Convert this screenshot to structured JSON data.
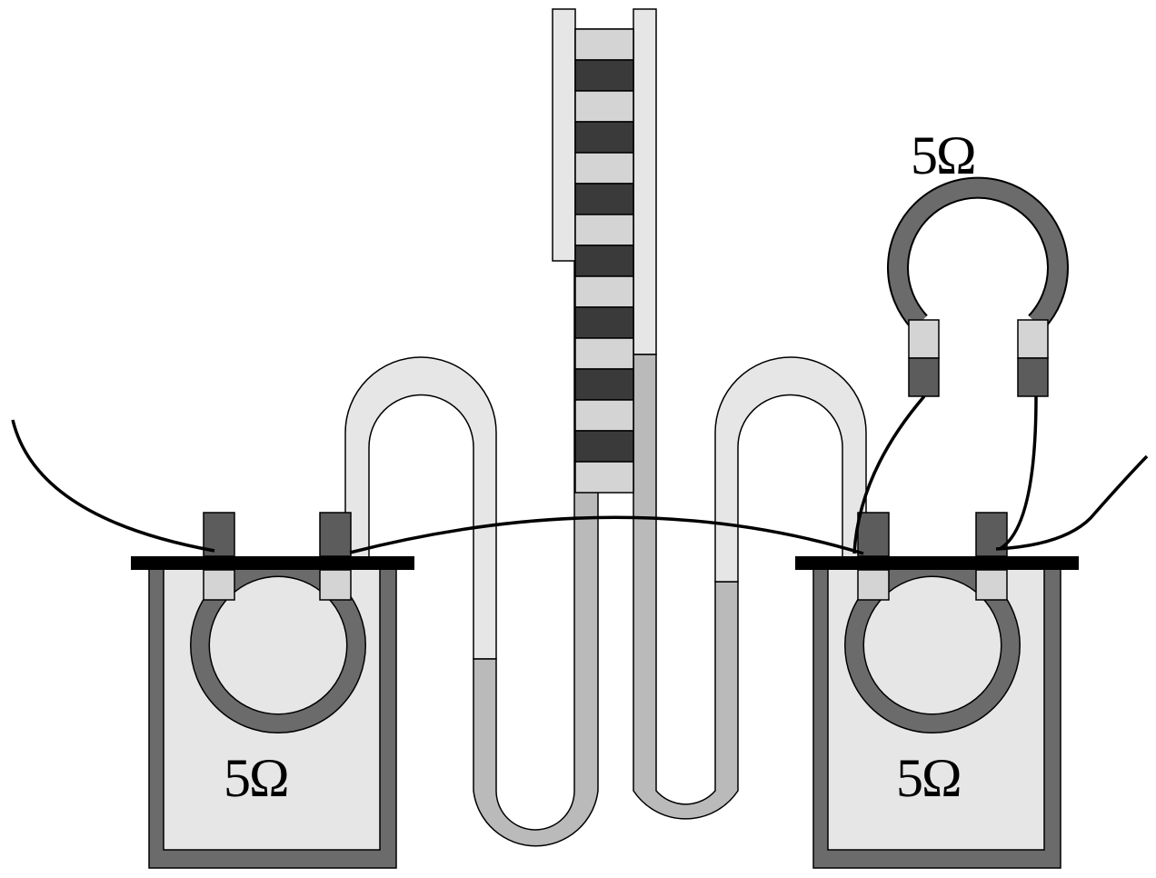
{
  "labels": {
    "left_container_resistance": "5Ω",
    "right_container_resistance": "5Ω",
    "external_resistance": "5Ω"
  },
  "colors": {
    "outline": "#000000",
    "container_wall": "#6b6b6b",
    "container_liquid": "#e6e6e6",
    "resistor_coil": "#6b6b6b",
    "tube_air": "#e6e6e6",
    "tube_liquid": "#bababa",
    "scale_dark": "#3a3a3a",
    "scale_light": "#d4d4d4",
    "electrode_dark": "#5c5c5c",
    "electrode_light": "#d4d4d4",
    "lid": "#000000"
  }
}
